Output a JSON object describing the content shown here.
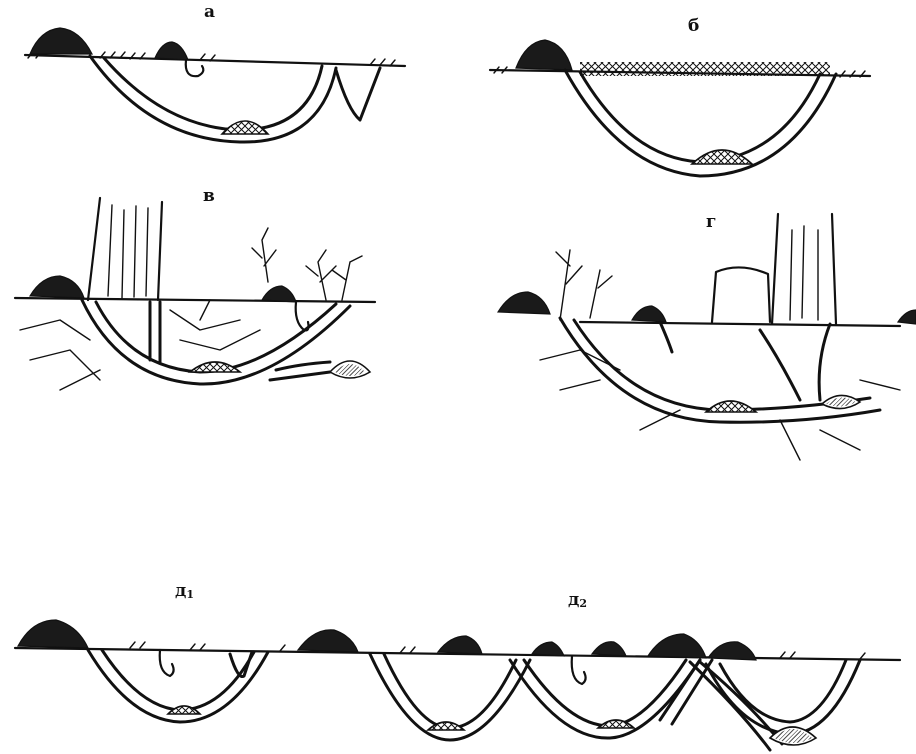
{
  "labels": {
    "a": "а",
    "b": "б",
    "v": "в",
    "g": "г",
    "d1_letter": "д",
    "d1_index": "1",
    "d2_letter": "д",
    "d2_index": "2"
  }
}
